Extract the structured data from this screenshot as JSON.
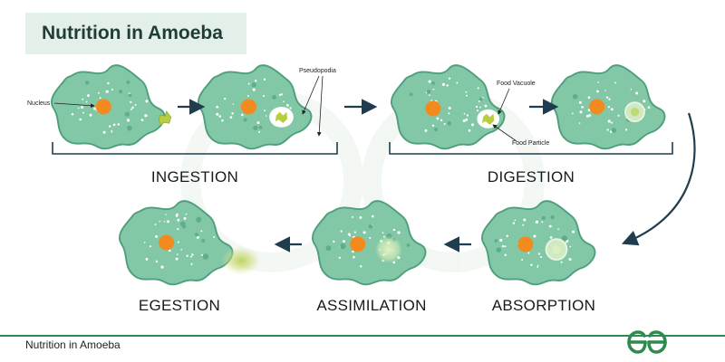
{
  "title": "Nutrition in Amoeba",
  "labels": {
    "nucleus": "Nucleus",
    "pseudopodia": "Pseudopodia",
    "food_vacuole": "Food Vacuole",
    "food_particle": "Food Particle"
  },
  "stages": {
    "ingestion": "INGESTION",
    "digestion": "DIGESTION",
    "egestion": "EGESTION",
    "assimilation": "ASSIMILATION",
    "absorption": "ABSORPTION"
  },
  "footer": {
    "caption": "Nutrition in Amoeba"
  },
  "logo_icon": "gfg-logo-icon",
  "colors": {
    "amoeba_fill": "#82c8a6",
    "amoeba_outline": "#4f9e7d",
    "nucleus": "#f28a1f",
    "food": "#b7cf3f",
    "arrow": "#1f3d4f",
    "accent_green": "#2f8a4e"
  }
}
